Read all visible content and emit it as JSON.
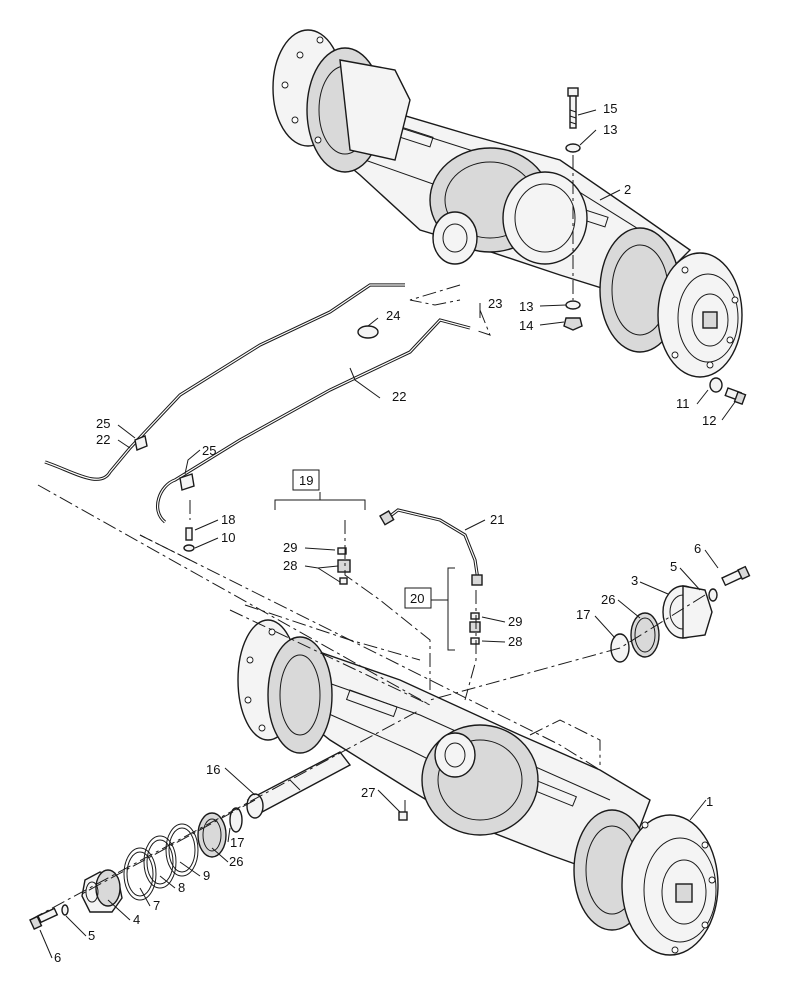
{
  "callouts": {
    "c15": "15",
    "c13a": "13",
    "c2": "2",
    "c13b": "13",
    "c14": "14",
    "c23": "23",
    "c24": "24",
    "c22a": "22",
    "c11": "11",
    "c12": "12",
    "c25a": "25",
    "c22b": "22",
    "c25b": "25",
    "c18": "18",
    "c10": "10",
    "c19": "19",
    "c21": "21",
    "c29a": "29",
    "c28a": "28",
    "c6a": "6",
    "c5a": "5",
    "c3": "3",
    "c26a": "26",
    "c17a": "17",
    "c20": "20",
    "c29b": "29",
    "c28b": "28",
    "c16": "16",
    "c27": "27",
    "c1": "1",
    "c17b": "17",
    "c26b": "26",
    "c9": "9",
    "c8": "8",
    "c7": "7",
    "c4": "4",
    "c5b": "5",
    "c6b": "6"
  }
}
